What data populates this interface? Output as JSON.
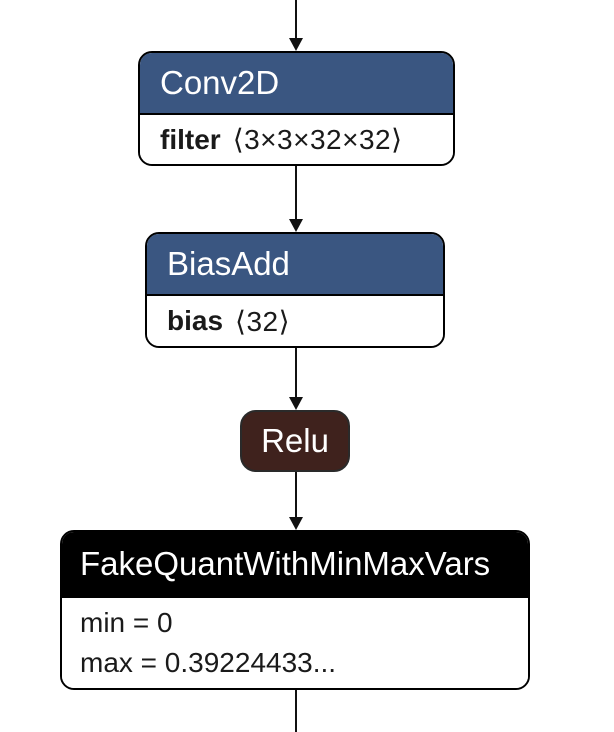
{
  "colors": {
    "background": "#ffffff",
    "layer_header": "#3a5681",
    "activation_fill": "#3f221d",
    "quantize_header": "#000000",
    "node_body": "#ffffff",
    "border": "#000000",
    "edge": "#111111",
    "header_text": "#ffffff",
    "body_text": "#1a1a1a"
  },
  "nodes": {
    "conv2d": {
      "title": "Conv2D",
      "attr_label": "filter",
      "attr_value": "⟨3×3×32×32⟩"
    },
    "biasadd": {
      "title": "BiasAdd",
      "attr_label": "bias",
      "attr_value": "⟨32⟩"
    },
    "relu": {
      "title": "Relu"
    },
    "fakequant": {
      "title": "FakeQuantWithMinMaxVars",
      "attr_lines": [
        "min = 0",
        "max = 0.39224433..."
      ]
    }
  }
}
